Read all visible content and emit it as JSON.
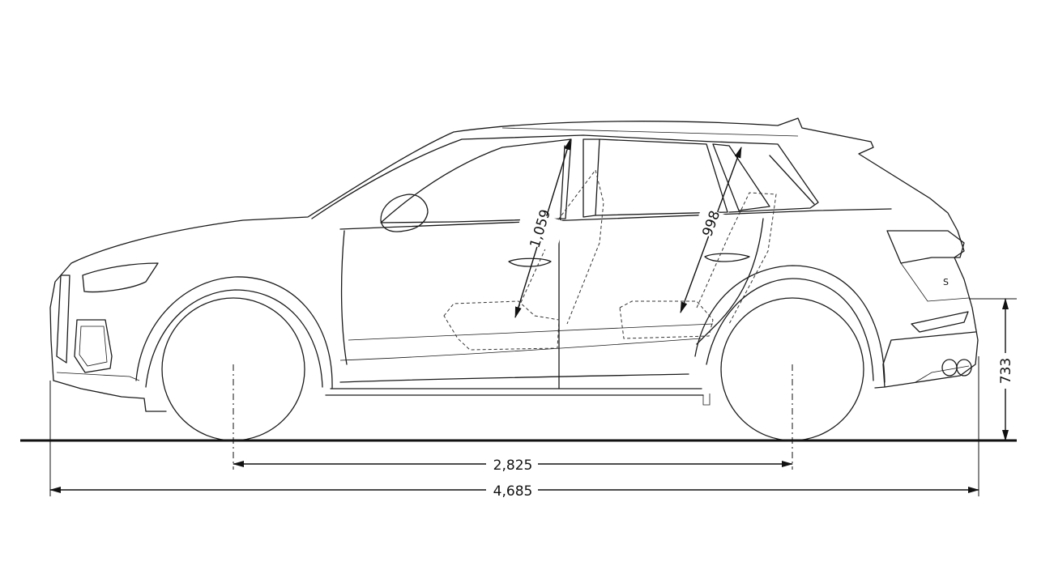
{
  "dimensions": {
    "wheelbase": "2,825",
    "overall_length": "4,685",
    "rear_overhang_height": "733",
    "front_headroom": "1,059",
    "rear_headroom": "998"
  },
  "colors": {
    "line": "#1a1a1a",
    "background": "#ffffff"
  }
}
